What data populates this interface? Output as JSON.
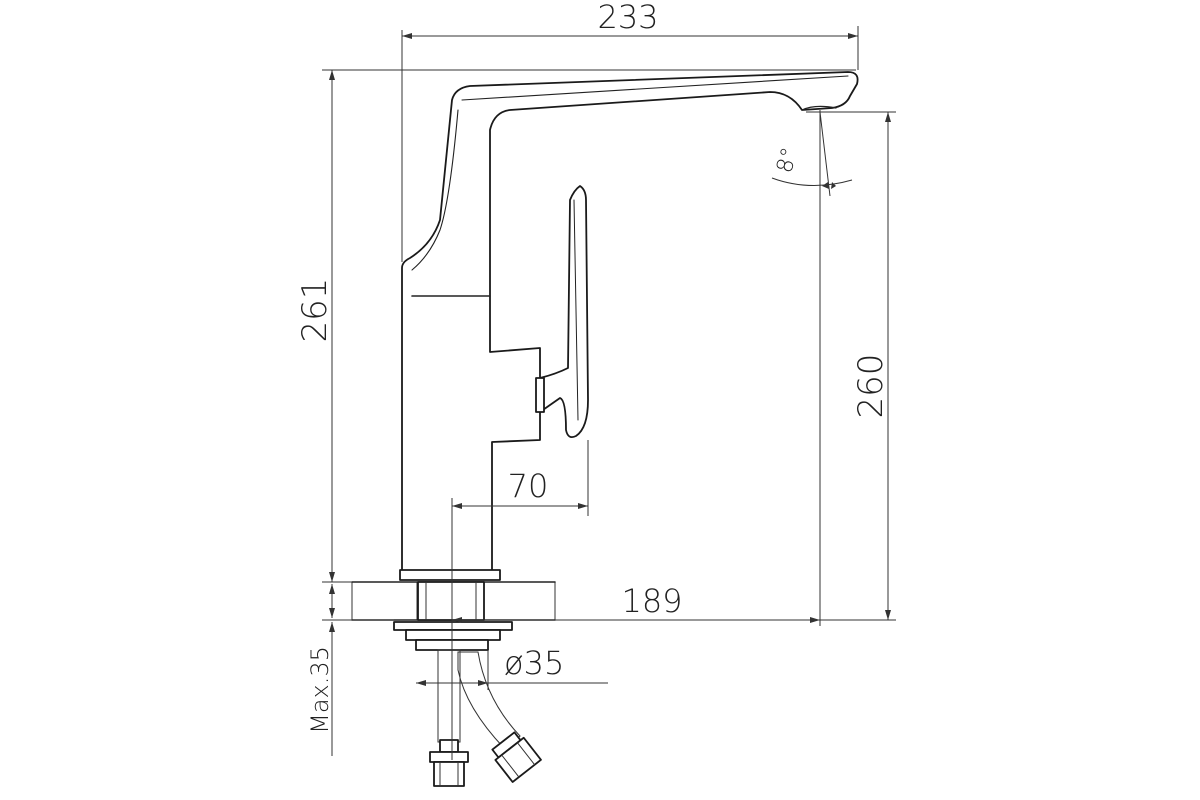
{
  "dimensions": {
    "top_width": "233",
    "total_height": "261",
    "spout_height": "260",
    "handle_offset": "70",
    "spout_reach": "189",
    "base_diameter": "ø35",
    "max_thickness": "Max.35",
    "spout_angle": "8°"
  }
}
